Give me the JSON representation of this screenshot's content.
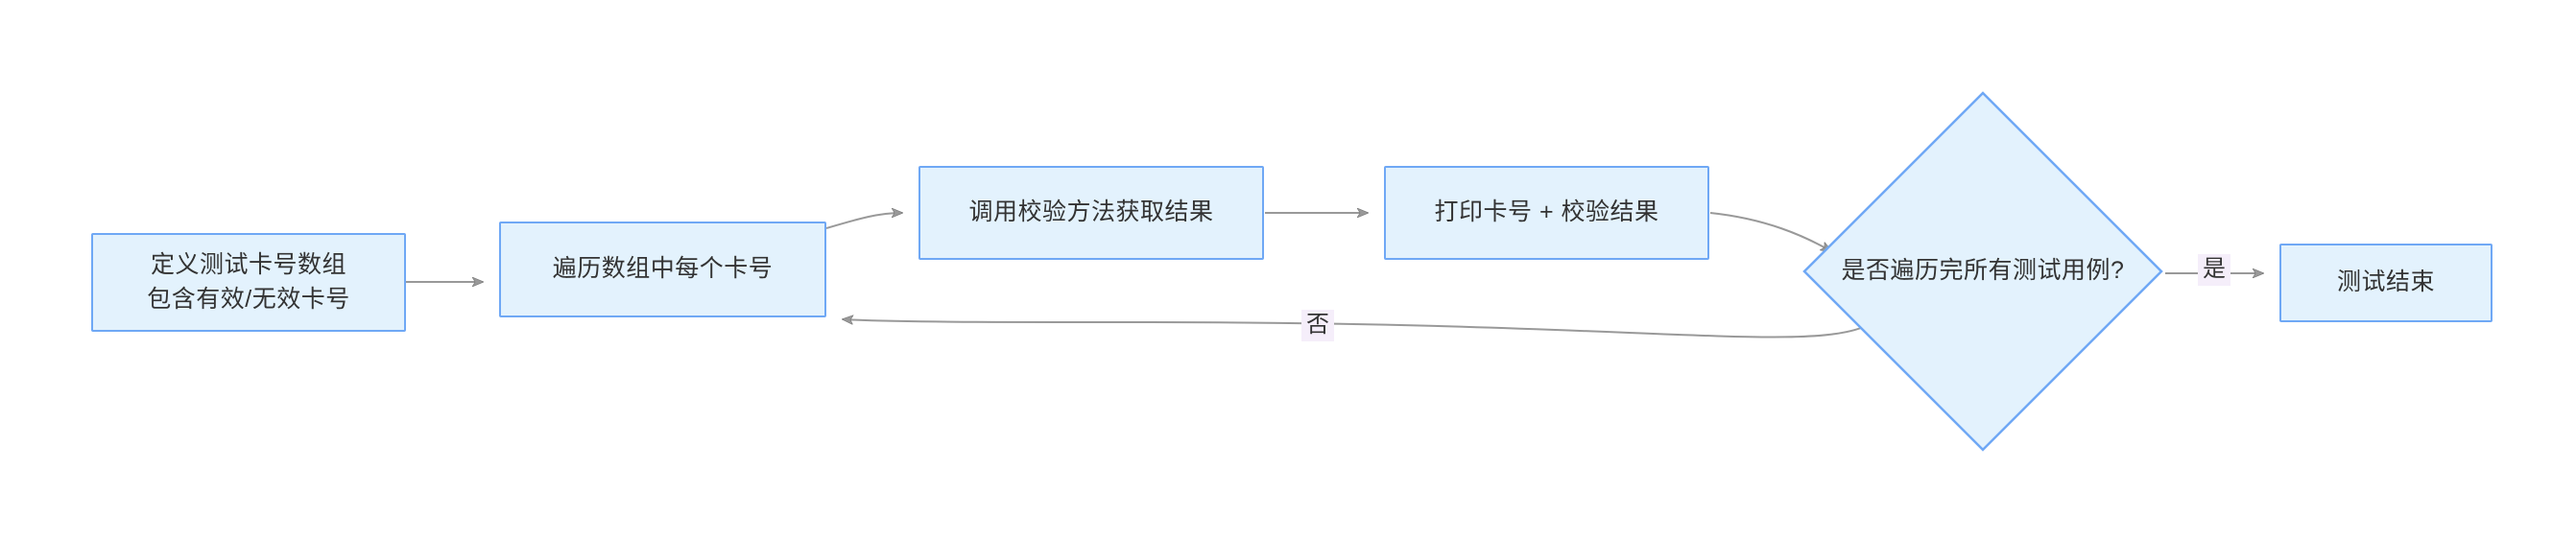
{
  "diagram": {
    "title": "",
    "type": "flowchart",
    "direction": "left-to-right",
    "colors": {
      "node_fill": "#e3f2fd",
      "node_border": "#6fa8f5",
      "node_text": "#333333",
      "edge_stroke": "#999999",
      "edge_label_background": "#f5eefa",
      "canvas_background": "#ffffff"
    },
    "nodes": [
      {
        "id": "define",
        "shape": "rectangle",
        "label": "定义测试卡号数组\n包含有效/无效卡号"
      },
      {
        "id": "iterate",
        "shape": "rectangle",
        "label": "遍历数组中每个卡号"
      },
      {
        "id": "validate",
        "shape": "rectangle",
        "label": "调用校验方法获取结果"
      },
      {
        "id": "print",
        "shape": "rectangle",
        "label": "打印卡号 + 校验结果"
      },
      {
        "id": "decision",
        "shape": "diamond",
        "label": "是否遍历完所有测试用例?"
      },
      {
        "id": "end",
        "shape": "rectangle",
        "label": "测试结束"
      }
    ],
    "edges": [
      {
        "id": "e1",
        "from": "define",
        "to": "iterate",
        "label": ""
      },
      {
        "id": "e2",
        "from": "iterate",
        "to": "validate",
        "label": ""
      },
      {
        "id": "e3",
        "from": "validate",
        "to": "print",
        "label": ""
      },
      {
        "id": "e4",
        "from": "print",
        "to": "decision",
        "label": ""
      },
      {
        "id": "e5",
        "from": "decision",
        "to": "end",
        "label": "是"
      },
      {
        "id": "e6",
        "from": "decision",
        "to": "iterate",
        "label": "否"
      }
    ]
  }
}
